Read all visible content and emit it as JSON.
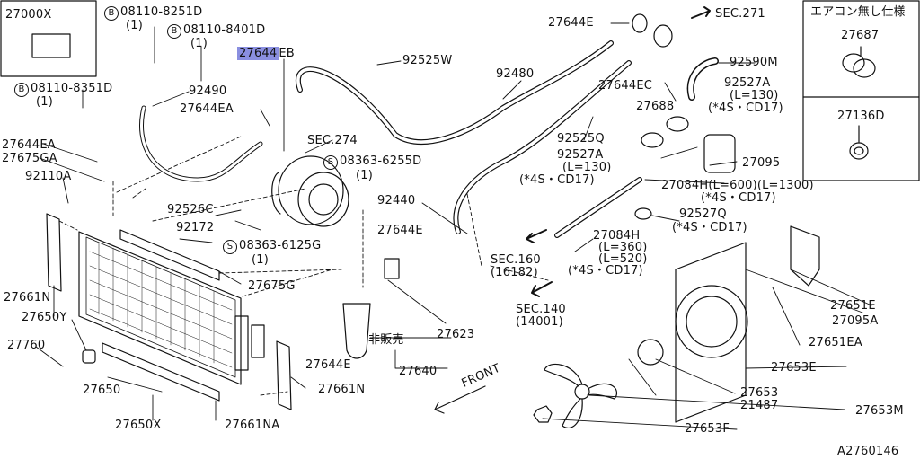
{
  "diagram_id": "A2760146",
  "legend_box": {
    "part": "27000X"
  },
  "inset": {
    "title": "エアコン無し仕様",
    "parts": [
      "27687",
      "27136D"
    ]
  },
  "parts": {
    "p1": "08110-8251D",
    "p1q": "(1)",
    "p2": "08110-8401D",
    "p2q": "(1)",
    "p3a": "27644",
    "p3b": "EB",
    "p4": "92525W",
    "p5": "92480",
    "p6": "27644E",
    "p7": "27644EC",
    "p8": "27688",
    "p9": "92590M",
    "p10": "92527A",
    "p10l": "(L=130)",
    "p10s": "(*4S・CD17)",
    "p11": "08110-8351D",
    "p11q": "(1)",
    "p12": "92490",
    "p13": "27644EA",
    "p14": "SEC.274",
    "p15": "92525Q",
    "p16": "27644EA",
    "p17": "27675GA",
    "p18": "08363-6255D",
    "p18q": "(1)",
    "p19": "92527A",
    "p19l": "(L=130)",
    "p19s": "(*4S・CD17)",
    "p20": "27095",
    "p21": "92110A",
    "p22": "92526C",
    "p23": "92440",
    "p24": "27084H",
    "p24l": "(L=600)(L=1300)",
    "p24s": "(*4S・CD17)",
    "p25": "92172",
    "p26": "08363-6125G",
    "p26q": "(1)",
    "p27": "27644E",
    "p28": "92527Q",
    "p28s": "(*4S・CD17)",
    "p29": "27084H",
    "p29l1": "(L=360)",
    "p29l2": "(L=520)",
    "p29s": "(*4S・CD17)",
    "p30": "27675G",
    "p31": "SEC.160",
    "p31b": "(16182)",
    "p32": "27661N",
    "p33": "27650Y",
    "p34": "27651E",
    "p35": "27095A",
    "p36": "SEC.140",
    "p36b": "(14001)",
    "p37": "27623",
    "p38": "非販売",
    "p39": "27760",
    "p40": "27644E",
    "p41": "27640",
    "p42": "27651EA",
    "p43": "27653E",
    "p44": "27650",
    "p45": "27661N",
    "p46": "27653",
    "p47": "21487",
    "p48": "27653M",
    "p49": "27650X",
    "p50": "27661NA",
    "p51": "27653F",
    "sec271": "SEC.271",
    "front": "FRONT",
    "bolt_marker": "B",
    "screw_marker": "S"
  }
}
